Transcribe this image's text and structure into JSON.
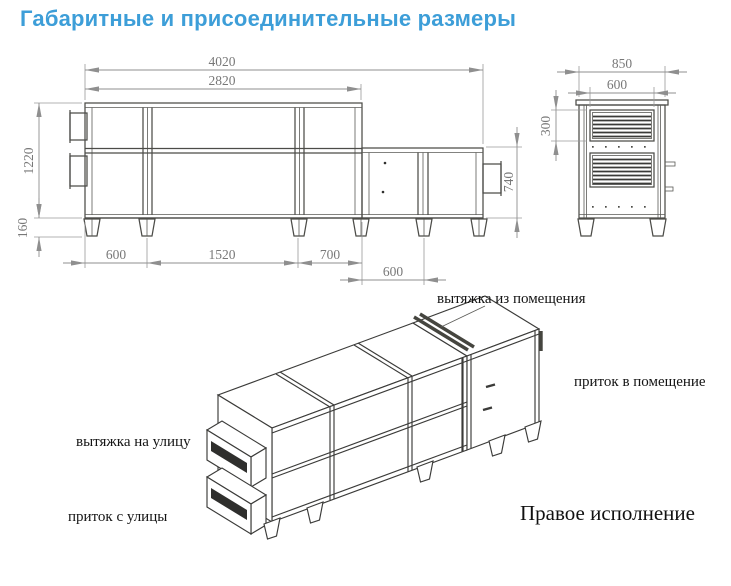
{
  "title": "Габаритные и присоединительные размеры",
  "colors": {
    "title_accent": "#3d9ed8",
    "drawing_line": "#4c4c48",
    "dimension_line": "#8f8f8f",
    "dimension_text": "#787878",
    "label_text": "#141414",
    "background": "#ffffff"
  },
  "front_view": {
    "dims": {
      "overall_width": "4020",
      "inner_width": "2820",
      "body_height": "1220",
      "feet_height": "160",
      "seg1": "600",
      "seg2": "1520",
      "seg3": "700",
      "seg4": "600",
      "right_height": "740"
    }
  },
  "side_view": {
    "dims": {
      "overall_width": "850",
      "louver_width": "600",
      "louver_height": "300"
    }
  },
  "iso_view": {
    "labels": {
      "exhaust_from_room": "вытяжка из помещения",
      "supply_to_room": "приток в помещение",
      "exhaust_to_outside": "вытяжка на улицу",
      "intake_from_outside": "приток с улицы"
    },
    "caption": "Правое исполнение"
  }
}
